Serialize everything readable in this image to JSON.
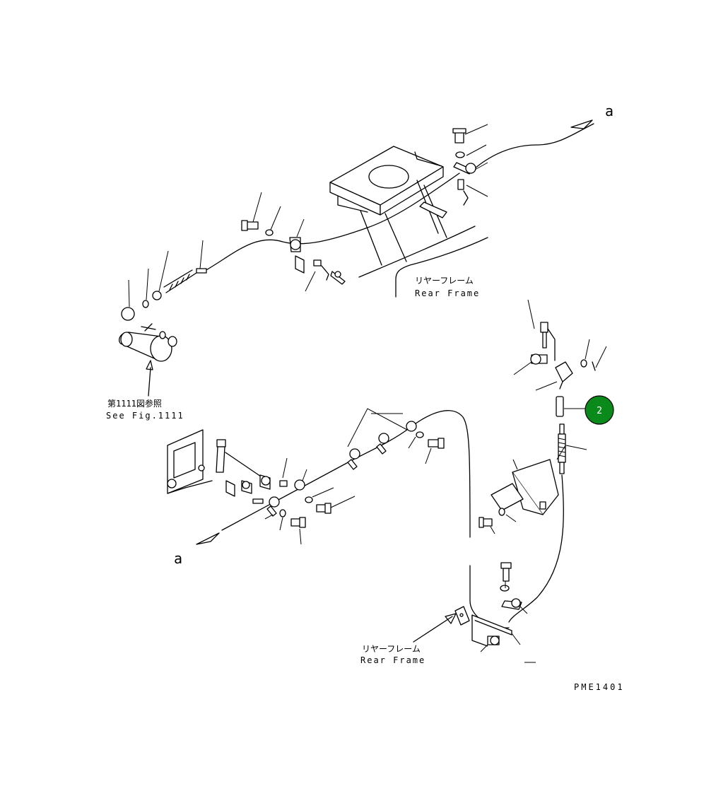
{
  "labels": {
    "a_top": "a",
    "a_bottom": "a",
    "rear_frame_jp_1": "リヤーフレーム",
    "rear_frame_en_1": "Rear Frame",
    "rear_frame_jp_2": "リヤーフレーム",
    "rear_frame_en_2": "Rear Frame",
    "ref_jp": "第1111図参照",
    "ref_en": "See Fig.1111",
    "drawing_code": "PME1401"
  },
  "callouts": [
    {
      "number": "2",
      "fill": "#0a8a1a"
    }
  ],
  "colors": {
    "line": "#000000",
    "background": "#ffffff",
    "callout": "#0a8a1a"
  }
}
